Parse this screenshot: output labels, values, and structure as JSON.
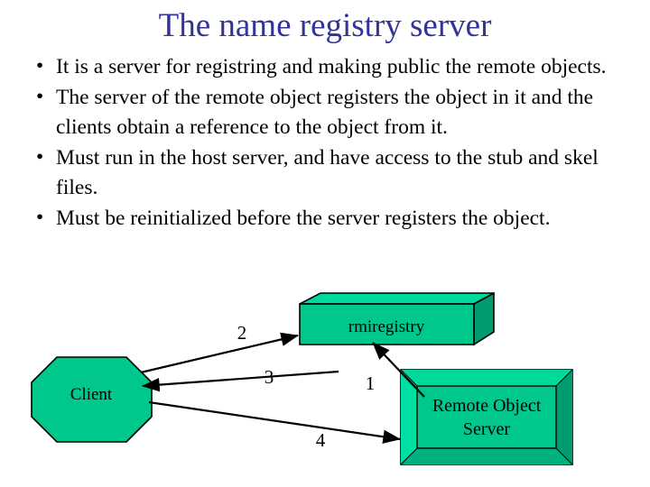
{
  "slide": {
    "title": "The name registry server",
    "title_color": "#333399",
    "background_color": "#ffffff",
    "text_color": "#000000"
  },
  "body": {
    "bullet_glyph": "•",
    "bullets": [
      "It is a server for registring and making public the remote objects.",
      "The server of the remote object registers the object in it and the clients obtain a reference to the object from it.",
      "Must run in the host server, and have access to the stub and skel files.",
      "Must be reinitialized before the server registers the object."
    ]
  },
  "diagram": {
    "fill_color": "#00c78c",
    "fill_light": "#00d99c",
    "fill_dark": "#009b6e",
    "outline_color": "#000000",
    "nodes": [
      {
        "id": "client",
        "label": "Client",
        "shape": "octagon"
      },
      {
        "id": "rmiregistry",
        "label": "rmiregistry",
        "shape": "cube"
      },
      {
        "id": "remote-object-server",
        "label_line1": "Remote Object",
        "label_line2": "Server",
        "shape": "beveled-box"
      }
    ],
    "arrows": [
      {
        "number": "1",
        "from": "remote-object-server",
        "to": "rmiregistry"
      },
      {
        "number": "2",
        "from": "client",
        "to": "rmiregistry"
      },
      {
        "number": "3",
        "from": "rmiregistry",
        "to": "client"
      },
      {
        "number": "4",
        "from": "client",
        "to": "remote-object-server"
      }
    ]
  }
}
